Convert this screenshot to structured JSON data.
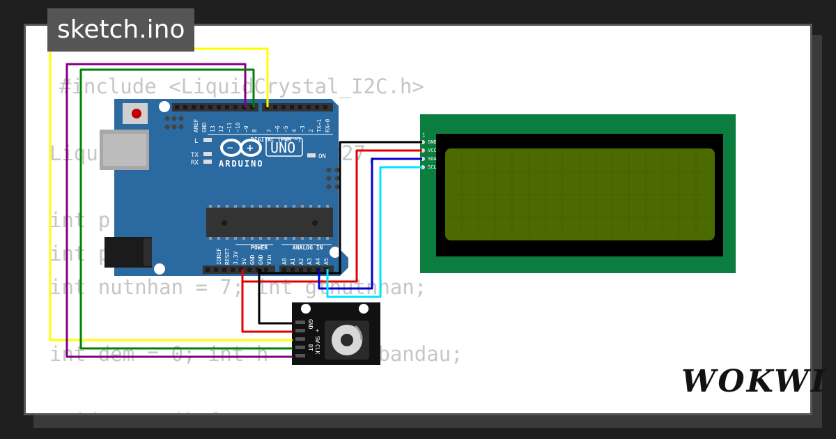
{
  "window": {
    "title": "sketch.ino"
  },
  "code_lines": [
    "#include <LiquidCrystal_I2C.h>",
    "LiquidCrystal_I2C lcd(0x27,",
    "int p",
    "int p",
    "int nutnhan = 7; int gtnutnhan;",
    "int dem = 0; int h     int bandau;",
    "void setup() {"
  ],
  "brand": {
    "logo_text": "WOKWI"
  },
  "arduino": {
    "model": "UNO",
    "brand": "ARDUINO",
    "digital_label": "DIGITAL (PWM ~)",
    "power_label": "POWER",
    "analog_label": "ANALOG IN",
    "led_l": "L",
    "led_tx": "TX",
    "led_rx": "RX",
    "led_on": "ON",
    "top_pins": [
      "AREF",
      "GND",
      "13",
      "12",
      "~11",
      "~10",
      "~9",
      "8",
      "7",
      "~6",
      "~5",
      "4",
      "~3",
      "2",
      "TX→1",
      "RX←0"
    ],
    "power_pins": [
      "IOREF",
      "RESET",
      "3.3V",
      "5V",
      "GND",
      "GND",
      "Vin"
    ],
    "analog_pins": [
      "A0",
      "A1",
      "A2",
      "A3",
      "A4",
      "A5"
    ]
  },
  "lcd": {
    "pins": [
      "GND",
      "VCC",
      "SDA",
      "SCL"
    ],
    "pin1_label": "1"
  },
  "encoder": {
    "pins": [
      "GND",
      "+",
      "SW",
      "DT",
      "CLK"
    ]
  },
  "colors": {
    "board": "#2b6aa0",
    "lcd_pcb": "#0b7d3e",
    "lcd_screen": "#4b6b00",
    "wire_yellow": "#ffff00",
    "wire_purple": "#800080",
    "wire_green": "#008000",
    "wire_black": "#000000",
    "wire_red": "#e00000",
    "wire_blue": "#0000d0",
    "wire_cyan": "#00e5ff"
  }
}
